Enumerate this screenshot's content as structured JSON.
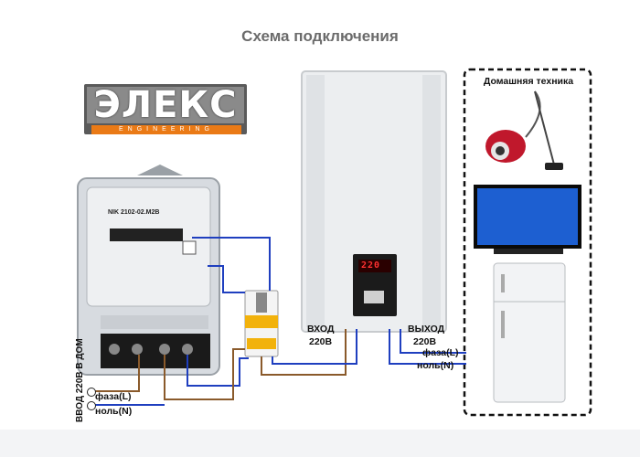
{
  "title": "Схема подключения",
  "logo": {
    "text": "ЭЛЕКС",
    "subtitle": "ENGINEERING"
  },
  "meter": {
    "model": "NIK 2102-02.M2B"
  },
  "stabilizer": {
    "display": "220"
  },
  "labels": {
    "input": "ВХОД",
    "input_voltage": "220В",
    "output": "ВЫХОД",
    "output_voltage": "220В",
    "phase_out": "фаза(L)",
    "neutral_out": "ноль(N)",
    "phase_in": "фаза(L)",
    "neutral_in": "ноль(N)",
    "home_input": "ВВОД 220В В ДОМ"
  },
  "appliances": {
    "title": "Домашняя техника",
    "items": [
      "vacuum-cleaner",
      "tv",
      "refrigerator"
    ]
  },
  "colors": {
    "wire_blue": "#1f3fbf",
    "wire_brown": "#8a5a2b",
    "breaker_yellow": "#f2b20c",
    "logo_orange": "#ea7a16"
  }
}
